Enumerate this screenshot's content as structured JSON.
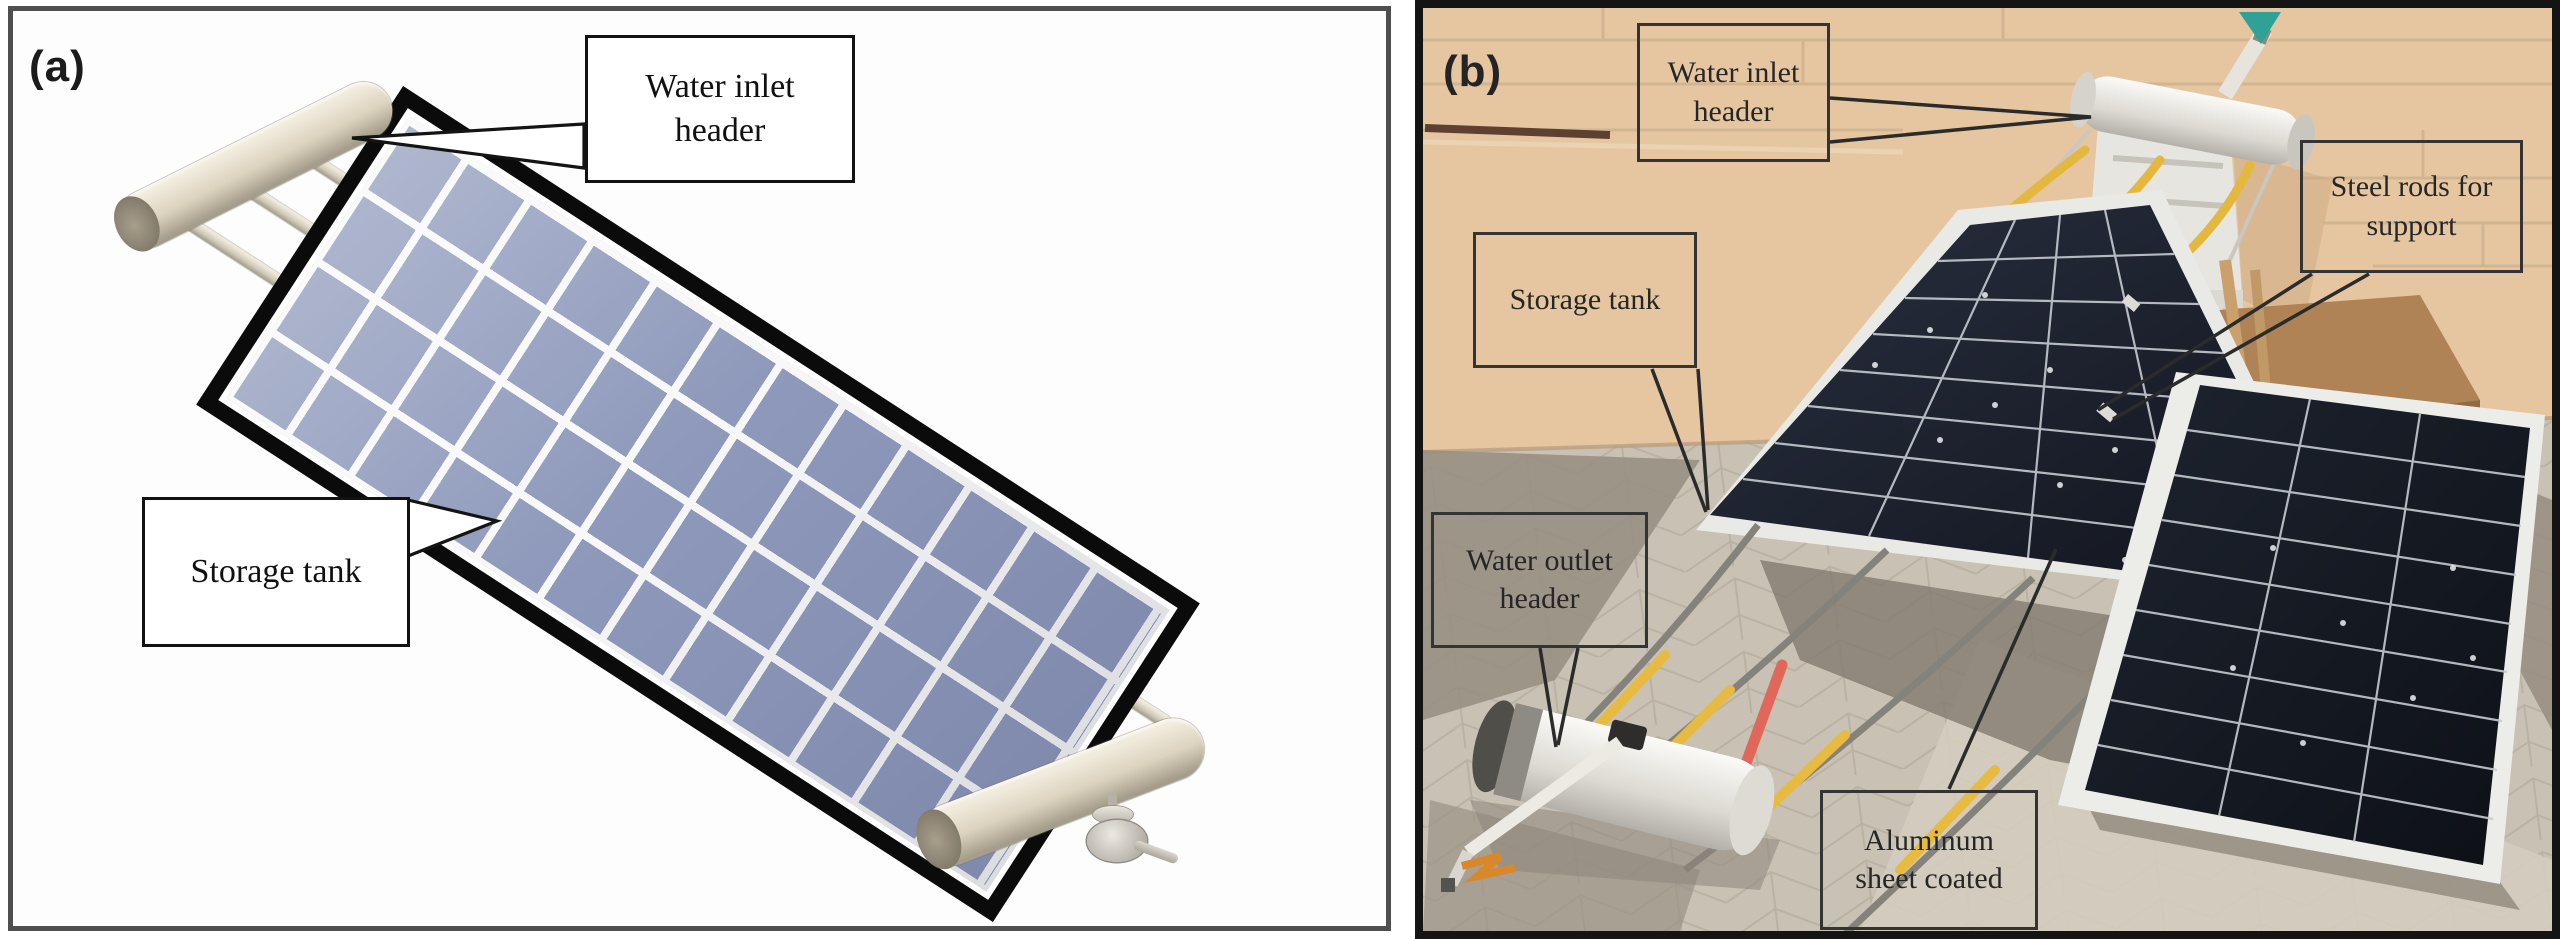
{
  "panel_a": {
    "tag": "(a)",
    "labels": {
      "water_inlet_header": "Water inlet header",
      "storage_tank": "Storage tank"
    }
  },
  "panel_b": {
    "tag": "(b)",
    "labels": {
      "water_inlet_header": "Water inlet header",
      "steel_rods": "Steel rods for support",
      "storage_tank": "Storage tank",
      "water_outlet_header": "Water outlet header",
      "aluminum_sheet_coated": "Aluminum sheet coated"
    }
  },
  "colors": {
    "panel_a_border": "#4f4f4f",
    "panel_b_border": "#141414",
    "pv_cells_render": "#8e99bb",
    "pv_cells_photo": "#161a23",
    "frame_black": "#0b0b0b",
    "wall_tan": "#e5c6a1",
    "floor_stone": "#c9c2b4",
    "tube_yellow": "#e4b83e",
    "tube_red": "#df685a",
    "funnel_teal": "#2ea295",
    "cylinder_cream": "#ded5c2",
    "pvc_white": "#f1efe9",
    "annotation_ink": "#2b2b2b"
  }
}
